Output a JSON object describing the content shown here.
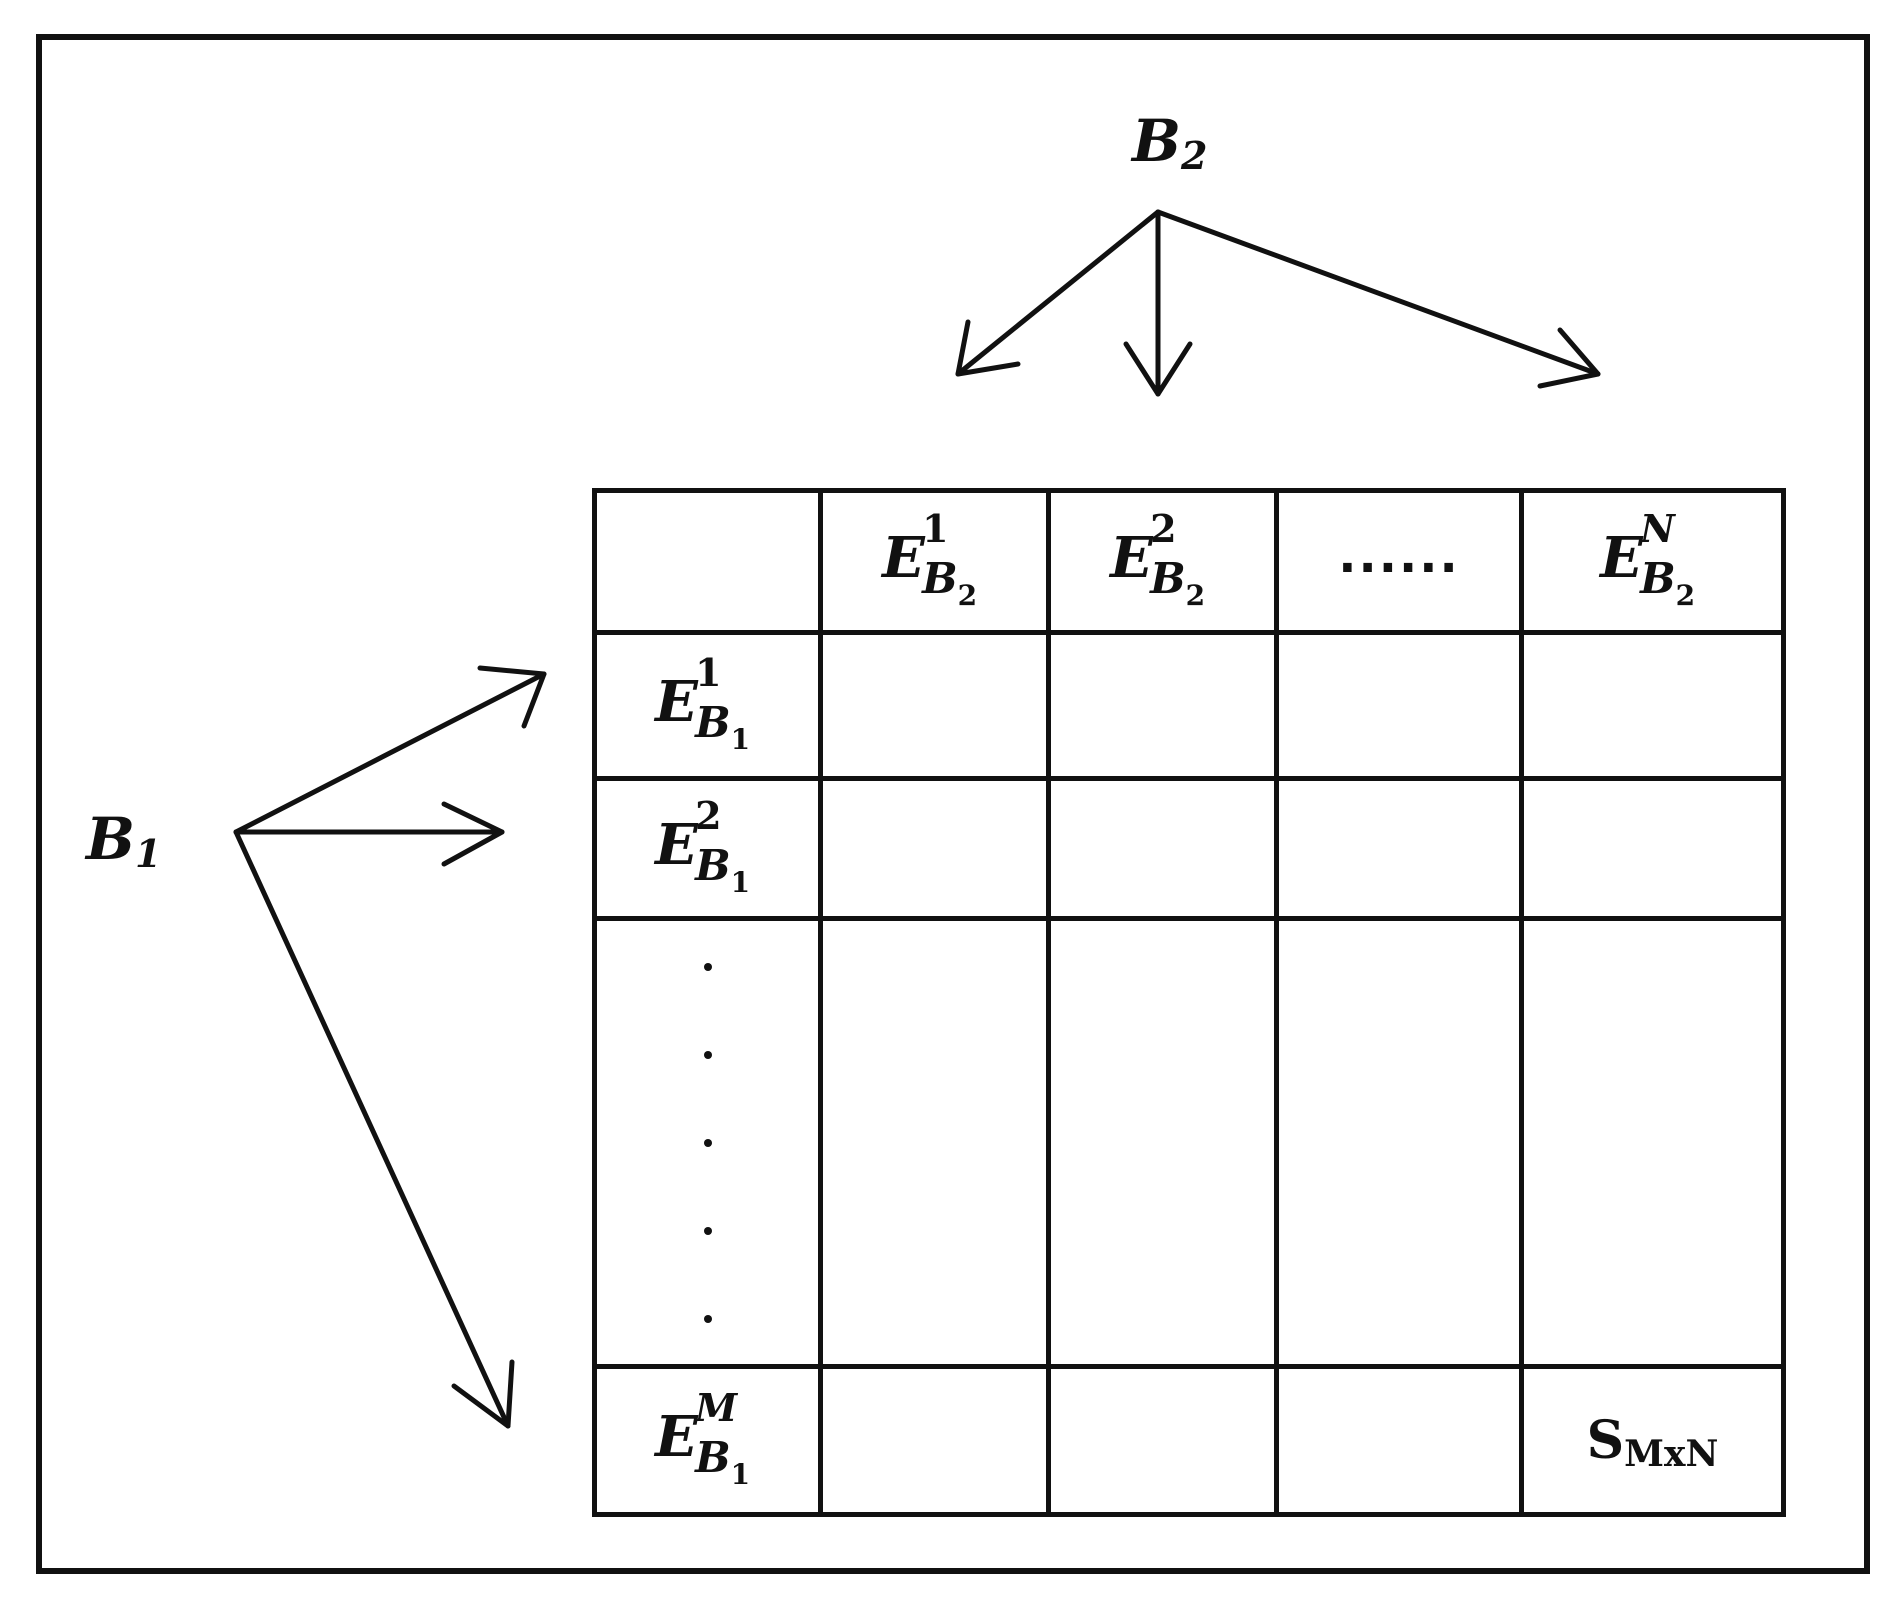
{
  "block_b2": {
    "base": "B",
    "index": "2"
  },
  "block_b1": {
    "base": "B",
    "index": "1"
  },
  "matrix": {
    "column_headers": [
      {
        "base": "E",
        "sup": "1",
        "sub_base": "B",
        "sub_index": "2"
      },
      {
        "base": "E",
        "sup": "2",
        "sub_base": "B",
        "sub_index": "2"
      },
      {
        "text": "......"
      },
      {
        "base": "E",
        "sup": "N",
        "sub_base": "B",
        "sub_index": "2"
      }
    ],
    "row_headers": [
      {
        "base": "E",
        "sup": "1",
        "sub_base": "B",
        "sub_index": "1"
      },
      {
        "base": "E",
        "sup": "2",
        "sub_base": "B",
        "sub_index": "1"
      },
      {
        "dots": [
          ".",
          ".",
          ".",
          ".",
          "."
        ]
      },
      {
        "base": "E",
        "sup": "M",
        "sub_base": "B",
        "sub_index": "1"
      }
    ],
    "result_cell": {
      "base": "S",
      "sub": "MxN"
    }
  },
  "colors": {
    "ink": "#111111",
    "background": "#ffffff"
  }
}
